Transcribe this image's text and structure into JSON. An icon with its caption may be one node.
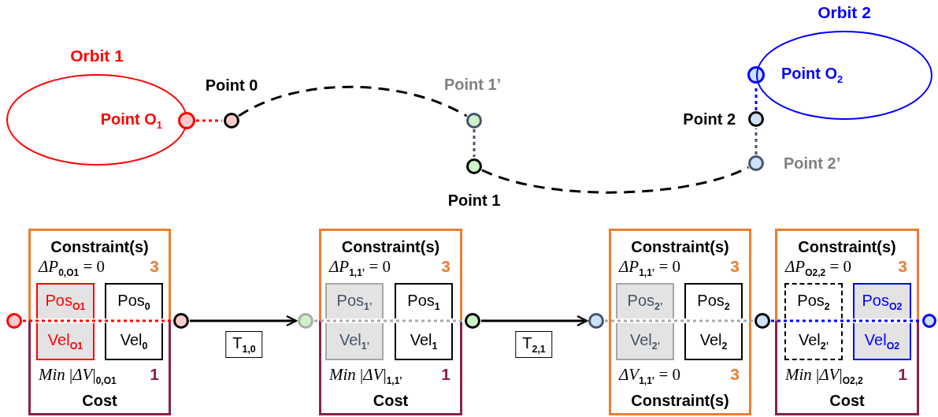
{
  "diagram": {
    "nodes": [
      {
        "text": [
          "Orbit 1"
        ]
      },
      {
        "text": [],
        "shape": "circle"
      },
      {
        "text": [],
        "shape": "circle",
        "beside": [
          "Point 0"
        ]
      },
      {
        "text": [],
        "shape": "circle",
        "beside": [
          "Point 1’"
        ]
      },
      {
        "text": [],
        "shape": "circle",
        "beside": [
          "Point 1"
        ]
      },
      {
        "text": [],
        "shape": "circle",
        "beside": [
          "Point 2’"
        ]
      },
      {
        "text": [],
        "shape": "circle",
        "beside": [
          "Point 2"
        ]
      },
      {
        "text": [],
        "shape": "circle"
      },
      {
        "text": [
          "Orbit 2"
        ]
      },
      {
        "text": [],
        "shape": "circle"
      },
      {
        "text": [
          "Constraint(s)",
          "*ΔP*$_{0,O1}$ = 0",
          "3"
        ]
      },
      {
        "text": [
          "Pos$_{O1}$"
        ],
        "in": 10
      },
      {
        "text": [
          "Pos$_{0}$"
        ],
        "in": 10
      },
      {
        "text": [
          "*Min* |*ΔV*|$_{0,O1}$",
          "1",
          "Cost"
        ]
      },
      {
        "text": [
          "Vel$_{O1}$"
        ],
        "in": 13
      },
      {
        "text": [
          "Vel$_{0}$"
        ],
        "in": 13
      },
      {
        "text": [],
        "shape": "circle"
      },
      {
        "text": [],
        "shape": "circle"
      },
      {
        "text": [
          "Constraint(s)",
          "*ΔP*$_{1,1’}$ = 0",
          "3"
        ]
      },
      {
        "text": [
          "Pos$_{1’}$"
        ],
        "in": 18
      },
      {
        "text": [
          "Pos$_{1}$"
        ],
        "in": 18
      },
      {
        "text": [
          "*Min* |*ΔV*|$_{1,1’}$",
          "1",
          "Cost"
        ]
      },
      {
        "text": [
          "Vel$_{1’}$"
        ],
        "in": 21
      },
      {
        "text": [
          "Vel$_{1}$"
        ],
        "in": 21
      },
      {
        "text": [],
        "shape": "circle"
      },
      {
        "text": [],
        "shape": "circle"
      },
      {
        "text": [
          "Constraint(s)",
          "*ΔP*$_{1,1’}$ = 0",
          "3"
        ]
      },
      {
        "text": [
          "Pos$_{2’}$"
        ],
        "in": 26
      },
      {
        "text": [
          "Pos$_{2}$"
        ],
        "in": 26
      },
      {
        "text": [
          "*ΔV*$_{1,1’}$ = 0",
          "3",
          "Constraint(s)"
        ]
      },
      {
        "text": [
          "Vel$_{2’}$"
        ],
        "in": 29
      },
      {
        "text": [
          "Vel$_{2}$"
        ],
        "in": 29
      },
      {
        "text": [],
        "shape": "circle"
      },
      {
        "text": [
          "Constraint(s)",
          "*ΔP*$_{O2,2}$ = 0",
          "3"
        ]
      },
      {
        "text": [
          "Pos$_{2}$"
        ],
        "in": 33
      },
      {
        "text": [
          "Pos$_{O2}$"
        ],
        "in": 33
      },
      {
        "text": [
          "*Min* |*ΔV*|$_{O2,2}$",
          "1",
          "Cost"
        ]
      },
      {
        "text": [
          "Vel$_{2’}$"
        ],
        "in": 36
      },
      {
        "text": [
          "Vel$_{O2}$"
        ],
        "in": 36
      },
      {
        "text": [],
        "shape": "circle"
      }
    ],
    "edges": [
      {
        "from": 1,
        "to": 2,
        "arrow": "none",
        "style": "dashed",
        "color": "#ff0000"
      },
      {
        "from": 2,
        "to": 3,
        "arrow": "none",
        "style": "dashed"
      },
      {
        "from": 3,
        "to": 4,
        "arrow": "none",
        "style": "dashed",
        "color": "#44546a"
      },
      {
        "from": 4,
        "to": 5,
        "arrow": "none",
        "style": "dashed"
      },
      {
        "from": 5,
        "to": 6,
        "arrow": "none",
        "style": "dashed",
        "color": "#44546a"
      },
      {
        "from": 6,
        "to": 7,
        "arrow": "none",
        "style": "dashed",
        "color": "#0000ff"
      },
      {
        "from": 9,
        "to": 16,
        "arrow": "none",
        "style": "dashed",
        "color": "#ff0000"
      },
      {
        "from": 16,
        "to": 17,
        "arrow": "to",
        "label": "T$_{1,0}$"
      },
      {
        "from": 17,
        "to": 24,
        "arrow": "none",
        "style": "dashed",
        "color": "#aaaaaa"
      },
      {
        "from": 24,
        "to": 25,
        "arrow": "to",
        "label": "T$_{2,1}$"
      },
      {
        "from": 25,
        "to": 32,
        "arrow": "none",
        "style": "dashed",
        "color": "#aaaaaa"
      },
      {
        "from": 32,
        "to": 39,
        "arrow": "none",
        "style": "dashed",
        "color": "#0000ff"
      }
    ],
    "labels": [
      "Point O$_{1}$",
      "Point O$_{2}$"
    ]
  }
}
